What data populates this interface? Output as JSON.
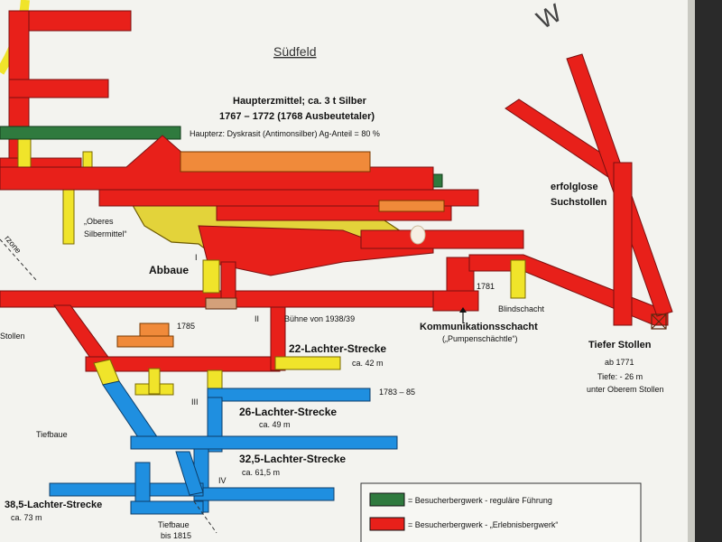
{
  "colors": {
    "red": "#e8201a",
    "blue": "#1f8fe0",
    "yellow": "#f0e42a",
    "green": "#2f7a3e",
    "orange": "#f08a3a",
    "ore": "#e3d33a",
    "board": "#f3f3ef",
    "frame": "#2a2a2a"
  },
  "title": "Südfeld",
  "corner_text": "W",
  "ore_body": {
    "line1": "Haupterzmittel;  ca. 3 t Silber",
    "line2": "1767 – 1772 (1768 Ausbeutetaler)",
    "line3": "Haupterz: Dyskrasit (Antimonsilber) Ag-Anteil = 80 %"
  },
  "labels": {
    "oberes_1": "„Oberes",
    "oberes_2": "Silbermittel“",
    "abbaue": "Abbaue",
    "zone": "rzone",
    "stollen_left": "Stollen",
    "erfolglose": "erfolglose",
    "suchstollen": "Suchstollen",
    "blindschacht": "Blindschacht",
    "year_1781": "1781",
    "year_1785": "1785",
    "year_1783": "1783 – 85",
    "buhne": "Bühne von 1938/39",
    "kommunikation": "Kommunikationsschacht",
    "pumpen": "(„Pumpenschächtle“)",
    "tiefer_stollen": "Tiefer Stollen",
    "ab_1771": "ab 1771",
    "tiefe": "Tiefe: - 26 m",
    "unter_oberem": "unter Oberem Stollen",
    "strecke_22": "22-Lachter-Strecke",
    "strecke_22_depth": "ca. 42 m",
    "strecke_26": "26-Lachter-Strecke",
    "strecke_26_depth": "ca. 49 m",
    "strecke_325": "32,5-Lachter-Strecke",
    "strecke_325_depth": "ca. 61,5 m",
    "strecke_385": "38,5-Lachter-Strecke",
    "strecke_385_depth": "ca. 73 m",
    "tiefbaue": "Tiefbaue",
    "tiefbaue_2": "Tiefbaue",
    "bis_1815": "bis 1815",
    "roman_1": "I",
    "roman_2": "II",
    "roman_3": "III",
    "roman_4": "IV"
  },
  "legend": [
    {
      "color": "#2f7a3e",
      "text": "= Besucherbergwerk - reguläre Führung"
    },
    {
      "color": "#e8201a",
      "text": "= Besucherbergwerk - „Erlebnisbergwerk“"
    }
  ]
}
